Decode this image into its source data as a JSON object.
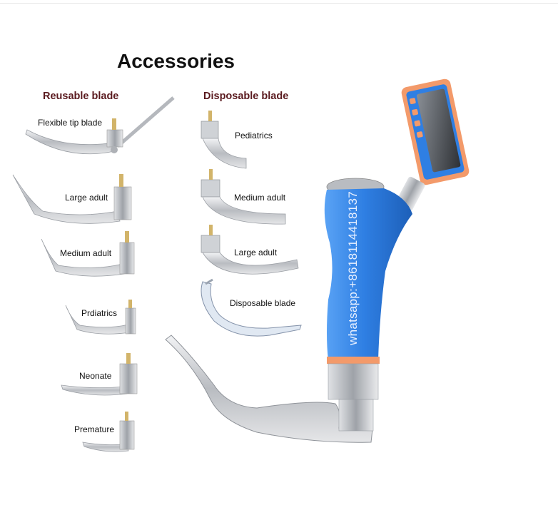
{
  "title": "Accessories",
  "sections": {
    "reusable": "Reusable blade",
    "disposable": "Disposable blade"
  },
  "reusable_blades": [
    "Flexible tip blade",
    "Large adult",
    "Medium adult",
    "Prdiatrics",
    "Neonate",
    "Premature"
  ],
  "disposable_blades": [
    "Pediatrics",
    "Medium adult",
    "Large adult",
    "Disposable blade"
  ],
  "watermark": "whatsapp:+8618114418137",
  "colors": {
    "handle_blue": "#2f7fe3",
    "screen_orange": "#f39a6a",
    "section_red": "#5a1a1f",
    "steel": "#c9ccd0"
  }
}
